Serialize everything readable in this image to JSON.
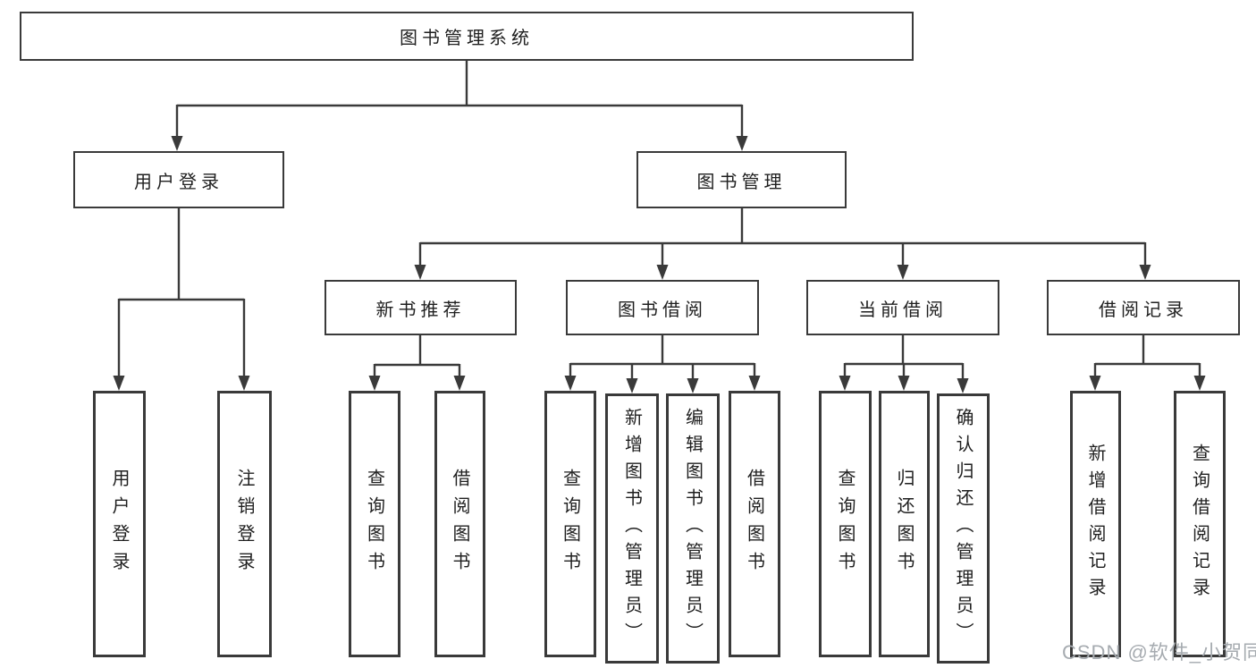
{
  "tree": {
    "label": "图书管理系统",
    "children": [
      {
        "label": "用户登录",
        "children": [
          {
            "label": "用户登录"
          },
          {
            "label": "注销登录"
          }
        ]
      },
      {
        "label": "图书管理",
        "children": [
          {
            "label": "新书推荐",
            "children": [
              {
                "label": "查询图书"
              },
              {
                "label": "借阅图书"
              }
            ]
          },
          {
            "label": "图书借阅",
            "children": [
              {
                "label": "查询图书"
              },
              {
                "label": "新增图书（管理员）"
              },
              {
                "label": "编辑图书（管理员）"
              },
              {
                "label": "借阅图书"
              }
            ]
          },
          {
            "label": "当前借阅",
            "children": [
              {
                "label": "查询图书"
              },
              {
                "label": "归还图书"
              },
              {
                "label": "确认归还（管理员）"
              }
            ]
          },
          {
            "label": "借阅记录",
            "children": [
              {
                "label": "新增借阅记录"
              },
              {
                "label": "查询借阅记录"
              }
            ]
          }
        ]
      }
    ]
  },
  "watermark": {
    "text": "CSDN @软件_小贺同学"
  },
  "colors": {
    "line": "#3a3a3a",
    "text": "#1f1f1f",
    "watermark": "#a6abb0",
    "bg": "#ffffff"
  }
}
